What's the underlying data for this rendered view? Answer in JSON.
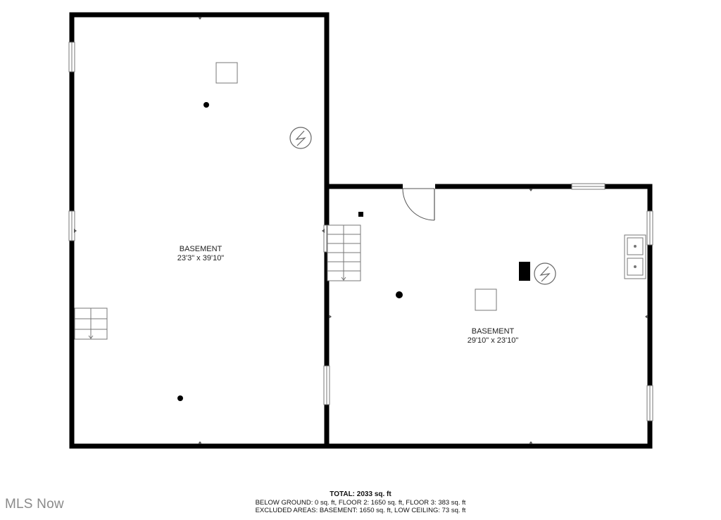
{
  "rooms": [
    {
      "name": "BASEMENT",
      "dims": "23'3\" x 39'10\""
    },
    {
      "name": "BASEMENT",
      "dims": "29'10\" x 23'10\""
    }
  ],
  "footer": {
    "total": "TOTAL: 2033 sq. ft",
    "line1": "BELOW GROUND: 0 sq. ft, FLOOR 2: 1650 sq. ft, FLOOR 3: 383 sq. ft",
    "line2": "EXCLUDED AREAS: BASEMENT: 1650 sq. ft, LOW CEILING: 73 sq. ft"
  },
  "watermark": "MLS Now",
  "colors": {
    "wall": "#000000",
    "fixture": "#777777",
    "background": "#ffffff",
    "watermark": "#8a8a8a"
  }
}
